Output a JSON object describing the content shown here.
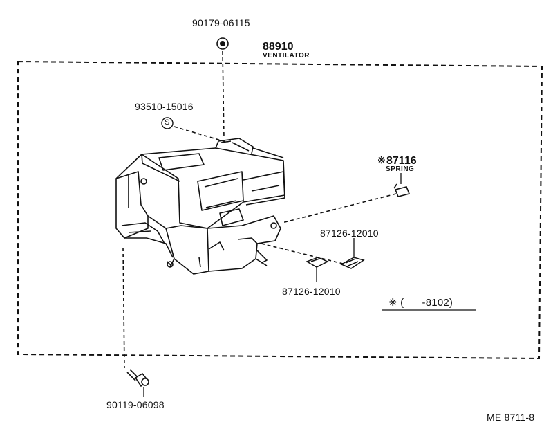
{
  "parts": {
    "nut_top": "90179-06115",
    "assembly_number": "88910",
    "assembly_name": "VENTILATOR",
    "screw_s": "93510-15016",
    "spring_mark": "※",
    "spring_number": "87116",
    "spring_name": "SPRING",
    "clip_right": "87126-12010",
    "clip_left": "87126-12010",
    "note_range": "※ (      -8102)",
    "bolt_bottom": "90119-06098",
    "s_symbol": "S",
    "figure_code": "ME 8711-8"
  }
}
